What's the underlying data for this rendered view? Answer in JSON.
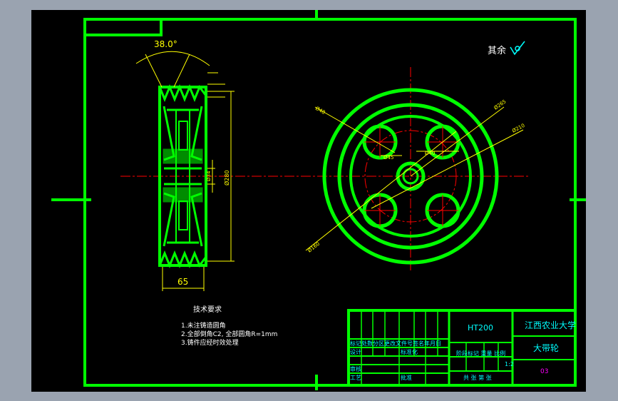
{
  "colors": {
    "background": "#000000",
    "frame": "#00ff00",
    "dimension": "#ffff00",
    "centerline": "#ff0000",
    "text_cyan": "#00ffff",
    "text_magenta": "#ff00ff",
    "text_white": "#ffffff"
  },
  "side_view": {
    "angle_label": "38.0°",
    "width_label": "65",
    "dim_outer": "Ø280",
    "dim_hub": "Ø34"
  },
  "front_view": {
    "dim_hole": "Ø48",
    "dim_outer": "Ø265",
    "dim_bolt": "Ø210",
    "dim_hub": "Ø40",
    "dim_bore": "Ø45",
    "dim_pcd": "Ø160"
  },
  "roughness": {
    "label": "其余"
  },
  "tech_requirements": {
    "title": "技术要求",
    "lines": [
      "1.未注铸造圆角",
      "2.全部倒角C2, 全部圆角R=1mm",
      "3.铸件应经时效处理"
    ]
  },
  "title_block": {
    "material": "HT200",
    "school": "江西农业大学",
    "part_name": "大带轮",
    "drawing_no": "03",
    "row_headers": "标记处数分区更改文件号签名年月日",
    "design_row": "设计",
    "standard_row": "标准化",
    "review_row": "审核",
    "process_row": "工艺",
    "approve_row": "批准",
    "stage_header": "阶段标记  重量  比例",
    "scale": "1:2",
    "sheet_info": "共  张  第  张"
  }
}
